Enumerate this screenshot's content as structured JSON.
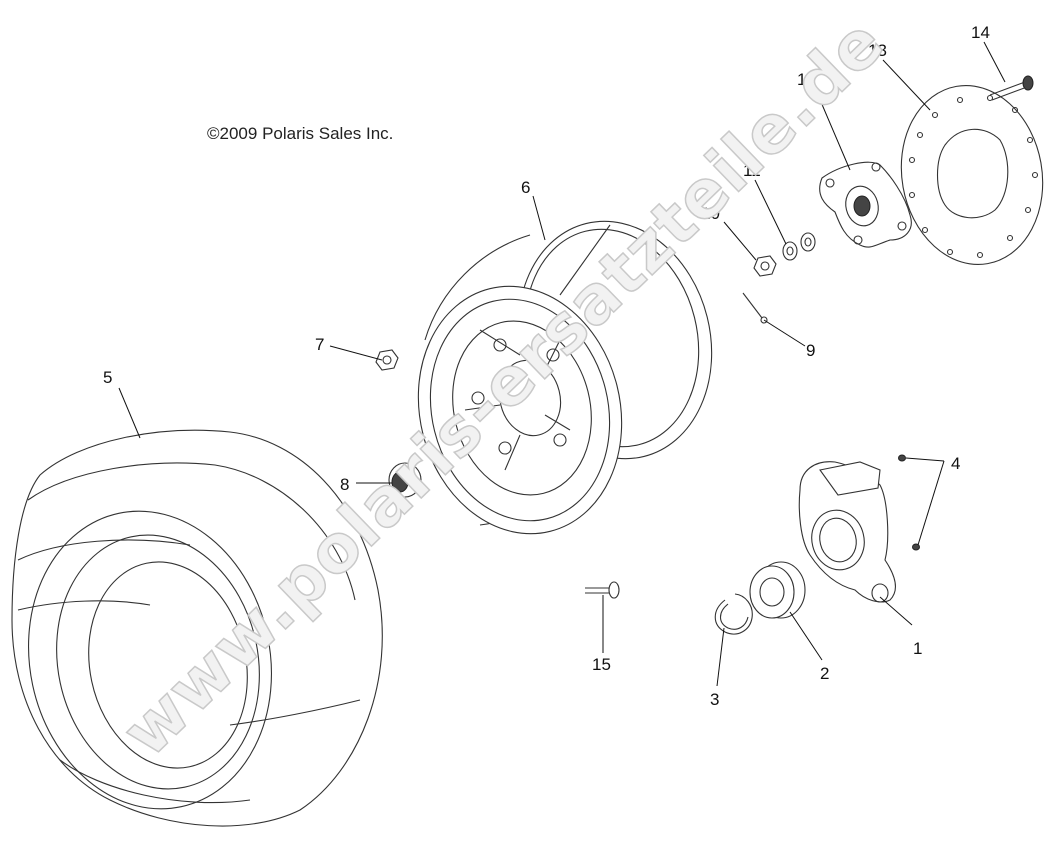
{
  "copyright": "©2009 Polaris Sales Inc.",
  "watermark": "www.polaris-ersatzteile.de",
  "callouts": [
    {
      "id": "1",
      "label": "1"
    },
    {
      "id": "2",
      "label": "2"
    },
    {
      "id": "3",
      "label": "3"
    },
    {
      "id": "4",
      "label": "4"
    },
    {
      "id": "5",
      "label": "5"
    },
    {
      "id": "6",
      "label": "6"
    },
    {
      "id": "7",
      "label": "7"
    },
    {
      "id": "8",
      "label": "8"
    },
    {
      "id": "9",
      "label": "9"
    },
    {
      "id": "10",
      "label": "10"
    },
    {
      "id": "11",
      "label": "11"
    },
    {
      "id": "12",
      "label": "12"
    },
    {
      "id": "13",
      "label": "13"
    },
    {
      "id": "14",
      "label": "14"
    },
    {
      "id": "15",
      "label": "15"
    }
  ]
}
